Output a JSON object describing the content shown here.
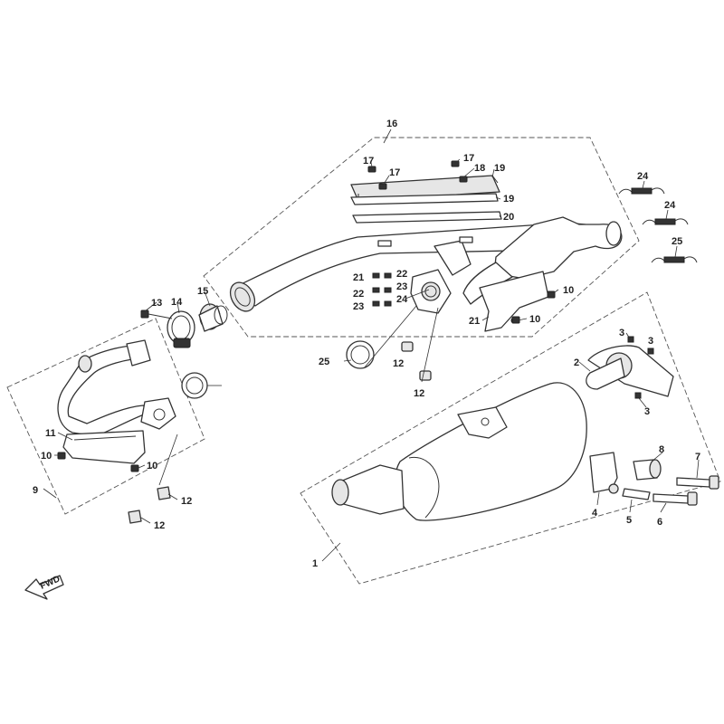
{
  "diagram": {
    "callouts": [
      {
        "id": "c1",
        "text": "1"
      },
      {
        "id": "c2",
        "text": "2"
      },
      {
        "id": "c3a",
        "text": "3"
      },
      {
        "id": "c3b",
        "text": "3"
      },
      {
        "id": "c3c",
        "text": "3"
      },
      {
        "id": "c4",
        "text": "4"
      },
      {
        "id": "c5",
        "text": "5"
      },
      {
        "id": "c6",
        "text": "6"
      },
      {
        "id": "c7",
        "text": "7"
      },
      {
        "id": "c8",
        "text": "8"
      },
      {
        "id": "c9",
        "text": "9"
      },
      {
        "id": "c10a",
        "text": "10"
      },
      {
        "id": "c10b",
        "text": "10"
      },
      {
        "id": "c10c",
        "text": "10"
      },
      {
        "id": "c10d",
        "text": "10"
      },
      {
        "id": "c11",
        "text": "11"
      },
      {
        "id": "c12a",
        "text": "12"
      },
      {
        "id": "c12b",
        "text": "12"
      },
      {
        "id": "c12c",
        "text": "12"
      },
      {
        "id": "c12d",
        "text": "12"
      },
      {
        "id": "c13",
        "text": "13"
      },
      {
        "id": "c14",
        "text": "14"
      },
      {
        "id": "c15",
        "text": "15"
      },
      {
        "id": "c16",
        "text": "16"
      },
      {
        "id": "c17a",
        "text": "17"
      },
      {
        "id": "c17b",
        "text": "17"
      },
      {
        "id": "c17c",
        "text": "17"
      },
      {
        "id": "c18",
        "text": "18"
      },
      {
        "id": "c19a",
        "text": "19"
      },
      {
        "id": "c19b",
        "text": "19"
      },
      {
        "id": "c20",
        "text": "20"
      },
      {
        "id": "c21a",
        "text": "21"
      },
      {
        "id": "c21b",
        "text": "21"
      },
      {
        "id": "c22a",
        "text": "22"
      },
      {
        "id": "c22b",
        "text": "22"
      },
      {
        "id": "c23a",
        "text": "23"
      },
      {
        "id": "c23b",
        "text": "23"
      },
      {
        "id": "c24a",
        "text": "24"
      },
      {
        "id": "c24b",
        "text": "24"
      },
      {
        "id": "c24c",
        "text": "24"
      },
      {
        "id": "c25a",
        "text": "25"
      },
      {
        "id": "c25b",
        "text": "25"
      }
    ],
    "fwd_label": "FWD"
  }
}
